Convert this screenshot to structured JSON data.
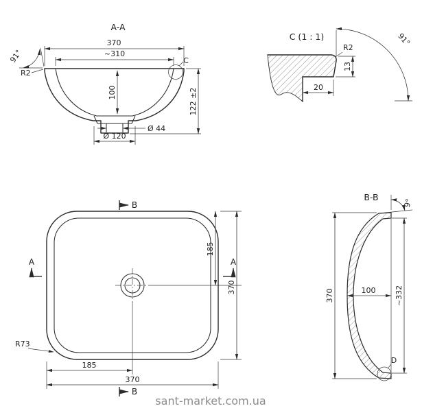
{
  "watermark": "sant-market.com.ua",
  "section_aa": {
    "title": "A-A",
    "outer_width": "370",
    "inner_width": "~310",
    "bowl_depth": "100",
    "total_height": "122 ±2",
    "drain_dia": "Ø 44",
    "recess_dia": "Ø 120",
    "rim_radius": "R2",
    "rim_angle": "91°",
    "detail_ref": "C"
  },
  "detail_c": {
    "title": "C (1 : 1)",
    "radius": "R2",
    "angle": "91°",
    "step_height": "13",
    "step_width": "20"
  },
  "plan": {
    "section_a": "A",
    "section_b": "B",
    "corner_radius": "R73",
    "half_width": "185",
    "width": "370",
    "half_height": "185",
    "height": "370"
  },
  "section_bb": {
    "title": "B-B",
    "height": "370",
    "bowl_depth": "100",
    "inner_height": "~332",
    "rim_angle": "9°",
    "detail_ref": "D"
  }
}
